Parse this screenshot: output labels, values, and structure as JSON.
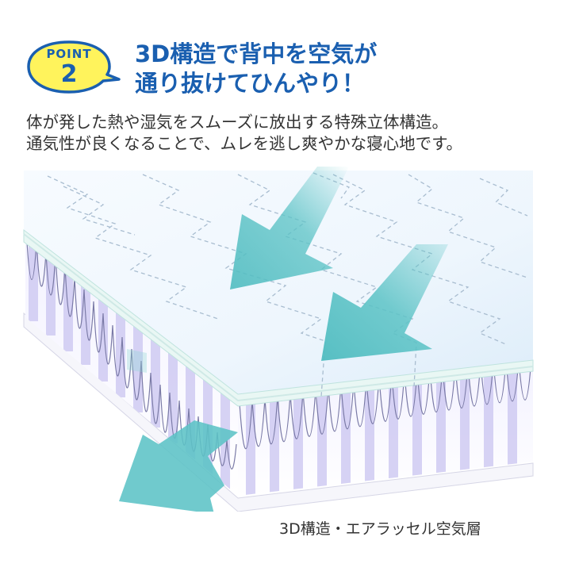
{
  "badge": {
    "label": "POINT",
    "number": "2",
    "fill_color": "#fff35c",
    "border_color": "#1a5fb0"
  },
  "headline": {
    "line1": "3D構造で背中を空気が",
    "line2": "通り抜けてひんやり！",
    "color": "#1a5fb0"
  },
  "description": {
    "line1": "体が発した熱や湿気をスムーズに放出する特殊立体構造。",
    "line2": "通気性が良くなることで、ムレを逃し爽やかな寝心地です。"
  },
  "illustration": {
    "arrow_color": "#5cc3c6",
    "arrow_icon": "airflow-arrow-icon",
    "layer_color": "#c8c4ef"
  },
  "caption": "3D構造・エアラッセル空気層"
}
